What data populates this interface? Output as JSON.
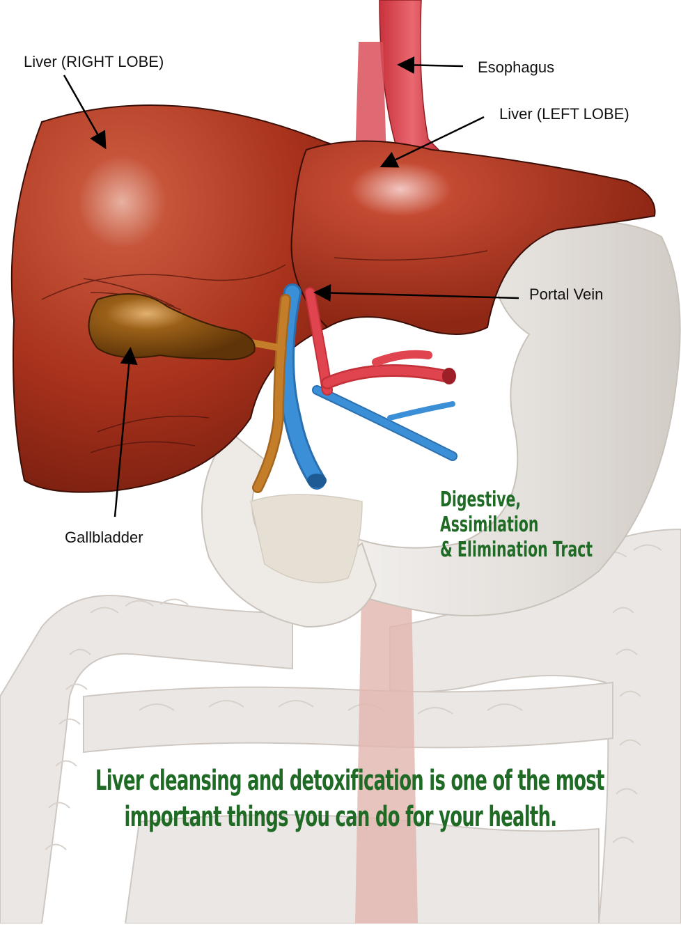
{
  "labels": {
    "liver_right_lobe": "Liver (RIGHT LOBE)",
    "esophagus": "Esophagus",
    "liver_left_lobe": "Liver (LEFT LOBE)",
    "portal_vein": "Portal Vein",
    "gallbladder": "Gallbladder"
  },
  "region_title": {
    "line1": "Digestive, Assimilation",
    "line2": "& Elimination Tract"
  },
  "caption": {
    "line1": "Liver cleansing and detoxification is one of the most",
    "line2": "important things you can do for your health."
  },
  "colors": {
    "liver": "#a8321c",
    "liver_dark": "#7a1f10",
    "gallbladder": "#8a5412",
    "artery": "#e0454f",
    "vein": "#3a8fd6",
    "bile_duct": "#c47e2a",
    "digestive_tract": "#e9e6e3",
    "accent_green": "#1f6b26"
  }
}
